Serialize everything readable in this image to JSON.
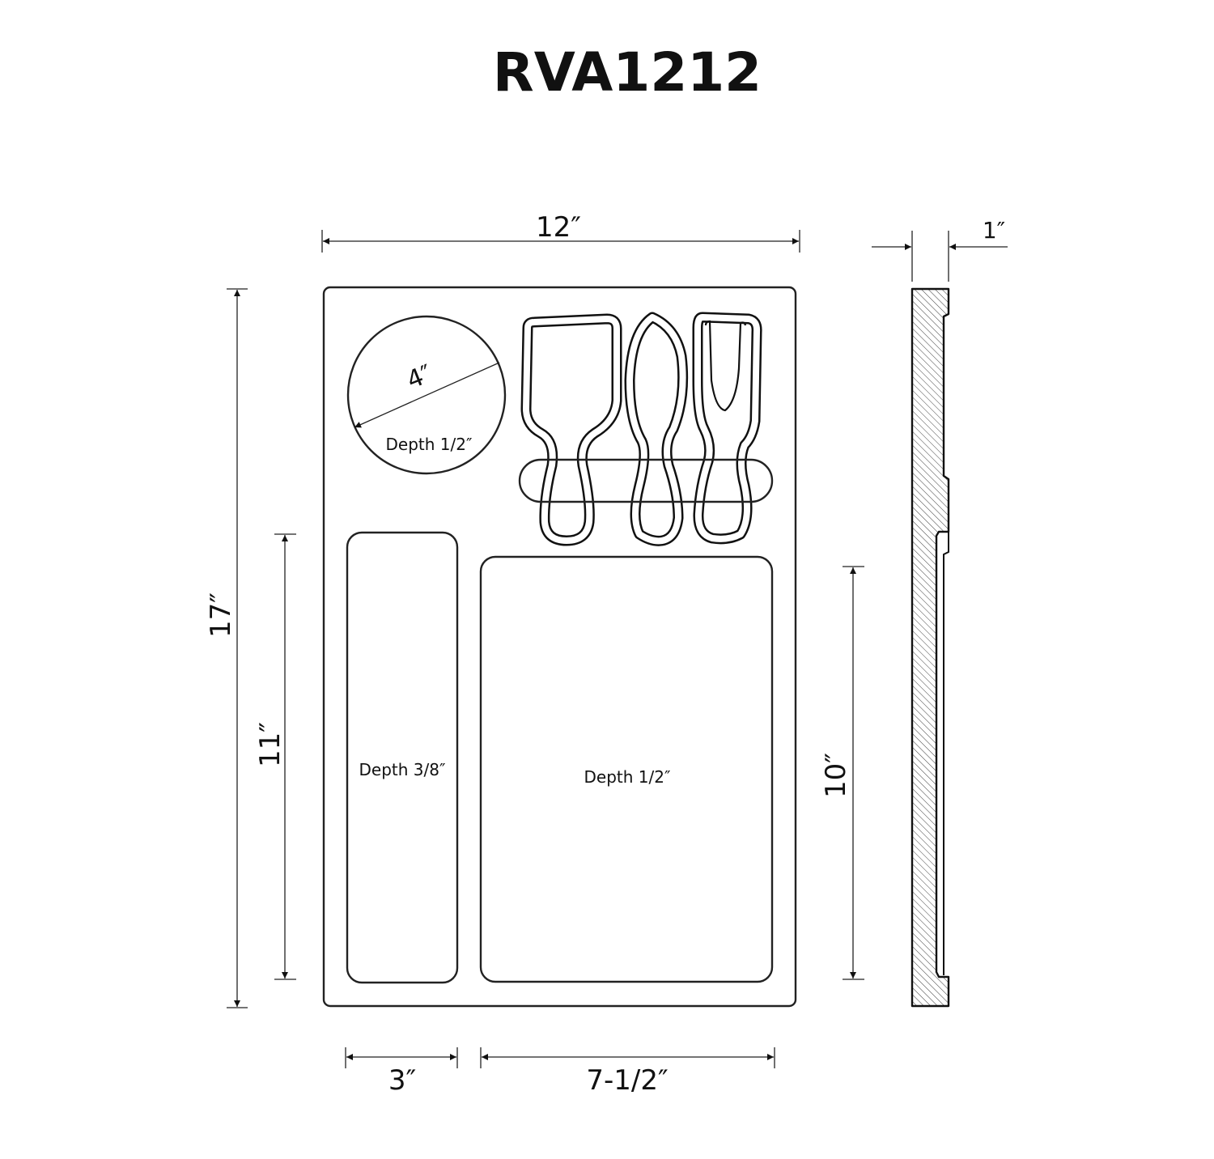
{
  "title": "RVA1212",
  "dimensions": {
    "width": "12″",
    "height": "17″",
    "left_slot_height": "11″",
    "right_area_height": "10″",
    "left_slot_width": "3″",
    "right_area_width": "7-1/2″",
    "thickness": "1″",
    "circle_diameter": "4″"
  },
  "labels": {
    "circle_depth": "Depth 1/2″",
    "left_slot_depth": "Depth 3/8″",
    "right_area_depth": "Depth 1/2″"
  },
  "colors": {
    "line": "#222222",
    "background": "#ffffff"
  }
}
